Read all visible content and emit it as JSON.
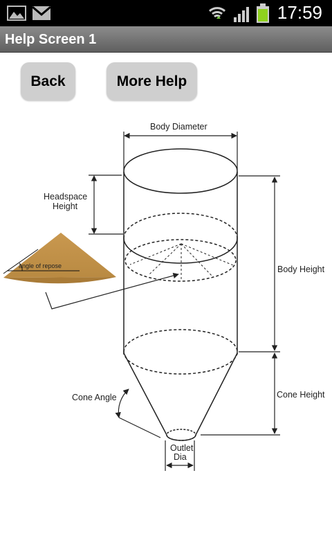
{
  "status_bar": {
    "time": "17:59",
    "icons": [
      "image-icon",
      "gmail-icon",
      "wifi-icon",
      "signal-icon",
      "battery-icon"
    ]
  },
  "title_bar": {
    "title": "Help Screen 1"
  },
  "buttons": {
    "back": "Back",
    "more_help": "More Help"
  },
  "diagram": {
    "body_diameter": "Body Diameter",
    "headspace_height_1": "Headspace",
    "headspace_height_2": "Height",
    "angle_of_repose": "angle of repose",
    "body_height": "Body Height",
    "cone_height": "Cone Height",
    "cone_angle": "Cone Angle",
    "outlet_dia_1": "Outlet",
    "outlet_dia_2": "Dia"
  }
}
